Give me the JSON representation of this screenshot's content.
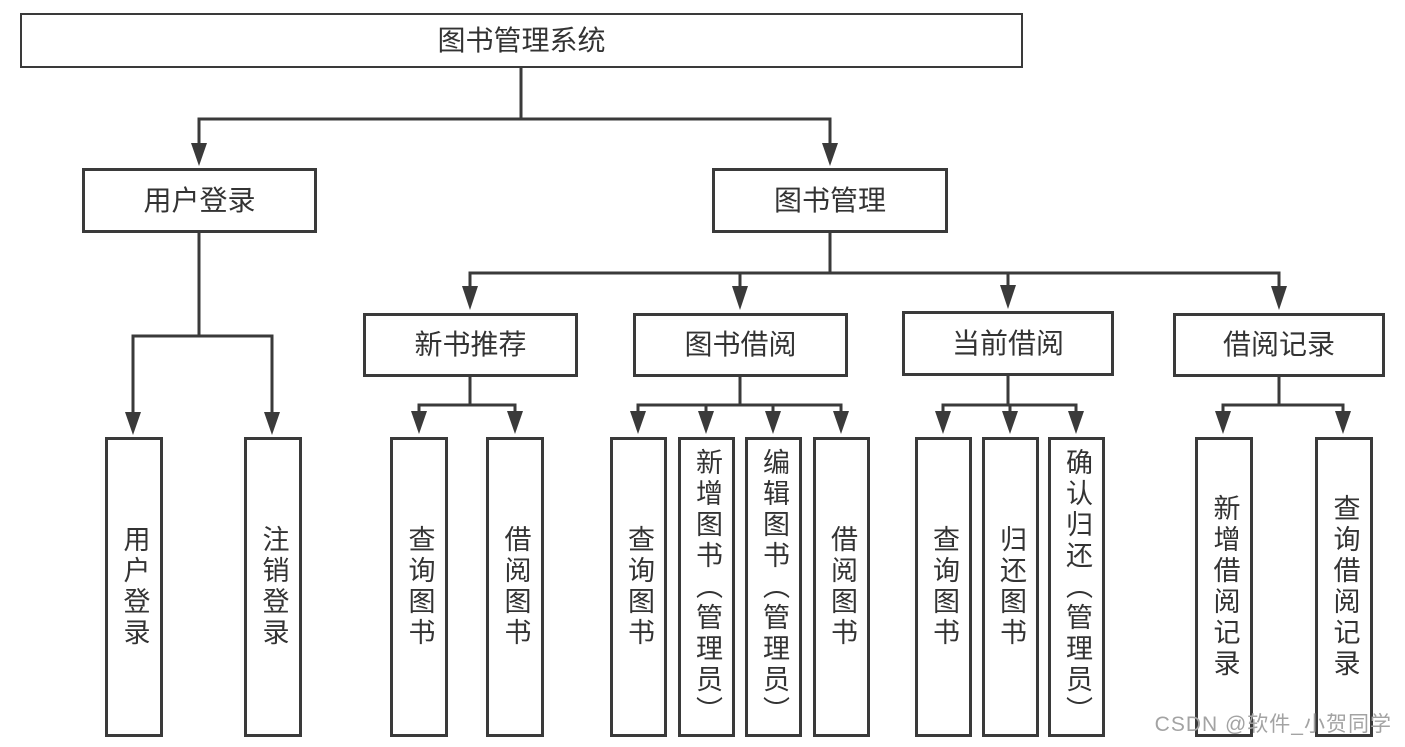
{
  "tree": {
    "root": {
      "label": "图书管理系统"
    },
    "level1": [
      {
        "label": "用户登录"
      },
      {
        "label": "图书管理"
      }
    ],
    "level2": [
      {
        "label": "新书推荐"
      },
      {
        "label": "图书借阅"
      },
      {
        "label": "当前借阅"
      },
      {
        "label": "借阅记录"
      }
    ],
    "leaves": {
      "user_login": [
        "用户登录",
        "注销登录"
      ],
      "new_book_rec": [
        "查询图书",
        "借阅图书"
      ],
      "book_borrow": [
        "查询图书",
        "新增图书（管理员）",
        "编辑图书（管理员）",
        "借阅图书"
      ],
      "current_borrow": [
        "查询图书",
        "归还图书",
        "确认归还（管理员）"
      ],
      "borrow_record": [
        "新增借阅记录",
        "查询借阅记录"
      ]
    }
  },
  "watermark": {
    "text": "CSDN @软件_小贺同学"
  },
  "colors": {
    "line": "#3a3a3a",
    "box_border": "#3a3a3a",
    "text": "#333333",
    "watermark": "#a3a3a3",
    "background": "#ffffff"
  }
}
